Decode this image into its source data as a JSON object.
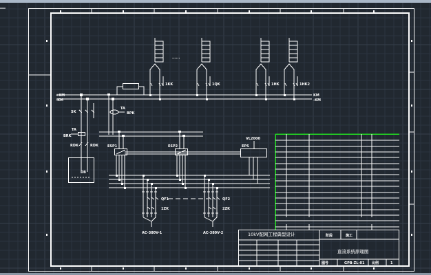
{
  "app": {
    "name": "CAD drawing viewer",
    "background_color": "#212830",
    "accent_table_border": "#22dd22"
  },
  "drawing": {
    "busbars": {
      "upper": "+KM",
      "lower": "-KM",
      "upper_right": "KM",
      "lower_right": "-KM"
    },
    "feeders": [
      "1KK",
      "1QK",
      "1HK",
      "1HK2"
    ],
    "feeder_ellipsis": "......",
    "left_section": {
      "switch_label": "SK",
      "ta_label": "TA",
      "ta_sub": "BRK",
      "top_ta": "TA",
      "top_ta_sub": "BPK",
      "rdk_left": "RDK",
      "rdk_right": "RDK",
      "battery_label": "DB"
    },
    "converters": [
      {
        "label": "ESP1"
      },
      {
        "label": "ESP2"
      }
    ],
    "monitor": {
      "label": "EPS",
      "top_label": "VL2000"
    },
    "ac_groups": [
      {
        "switch": "QF1",
        "contactor": "1ZK",
        "source": "AC-380V-1"
      },
      {
        "switch": "QF2",
        "contactor": "2ZK",
        "source": "AC-380V-2"
      }
    ]
  },
  "title_block": {
    "project": "10kV配网工程典型设计",
    "stage_label": "阶段",
    "stage_value": "施工",
    "drawing_title": "直流系统原理图",
    "drawing_no_label": "图号",
    "drawing_no": "GPB-ZL-01",
    "scale_label": "比例",
    "sheet": "1"
  }
}
